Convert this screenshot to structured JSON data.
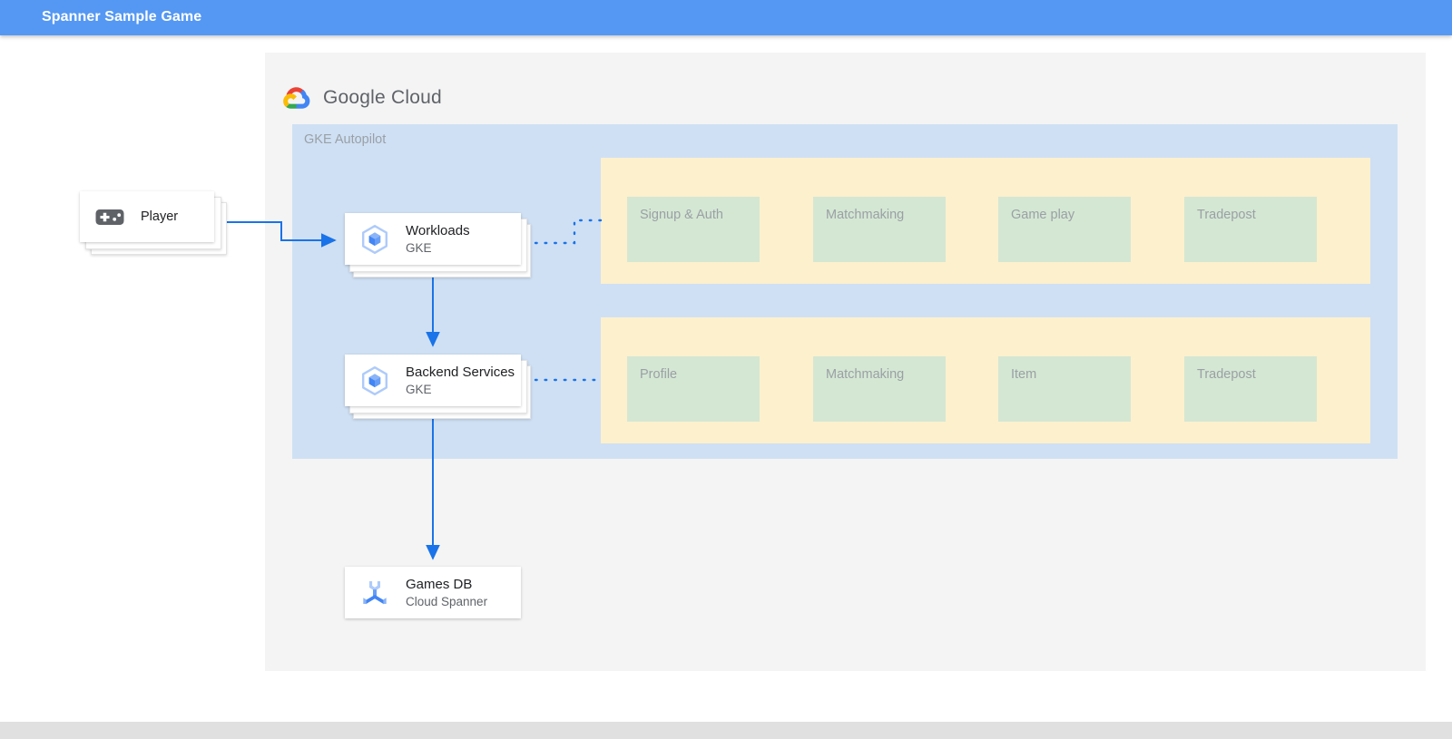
{
  "appbar": {
    "title": "Spanner Sample Game"
  },
  "brand": {
    "logo_icon": "google-cloud-logo-icon",
    "name_bold": "Google",
    "name_light": "Cloud"
  },
  "zone": {
    "label": "GKE Autopilot"
  },
  "nodes": {
    "player": {
      "icon": "gamepad-icon",
      "title": "Player"
    },
    "workloads": {
      "icon": "gke-icon",
      "title": "Workloads",
      "subtitle": "GKE"
    },
    "backend": {
      "icon": "gke-icon",
      "title": "Backend Services",
      "subtitle": "GKE"
    },
    "gamesdb": {
      "icon": "cloud-spanner-icon",
      "title": "Games DB",
      "subtitle": "Cloud Spanner"
    }
  },
  "service_bands": [
    {
      "name": "workloads-services",
      "boxes": [
        {
          "label": "Signup & Auth"
        },
        {
          "label": "Matchmaking"
        },
        {
          "label": "Game play"
        },
        {
          "label": "Tradepost"
        }
      ]
    },
    {
      "name": "backend-services",
      "boxes": [
        {
          "label": "Profile"
        },
        {
          "label": "Matchmaking"
        },
        {
          "label": "Item"
        },
        {
          "label": "Tradepost"
        }
      ]
    }
  ],
  "colors": {
    "appbar": "#5598f3",
    "panel": "#f4f4f4",
    "zone": "#cfe0f4",
    "band": "#fdf0cd",
    "service_box": "#d4e7d3",
    "connector": "#1a73e8",
    "muted_text": "#9aa0a6",
    "bottom_strip": "#e0e0e0"
  }
}
